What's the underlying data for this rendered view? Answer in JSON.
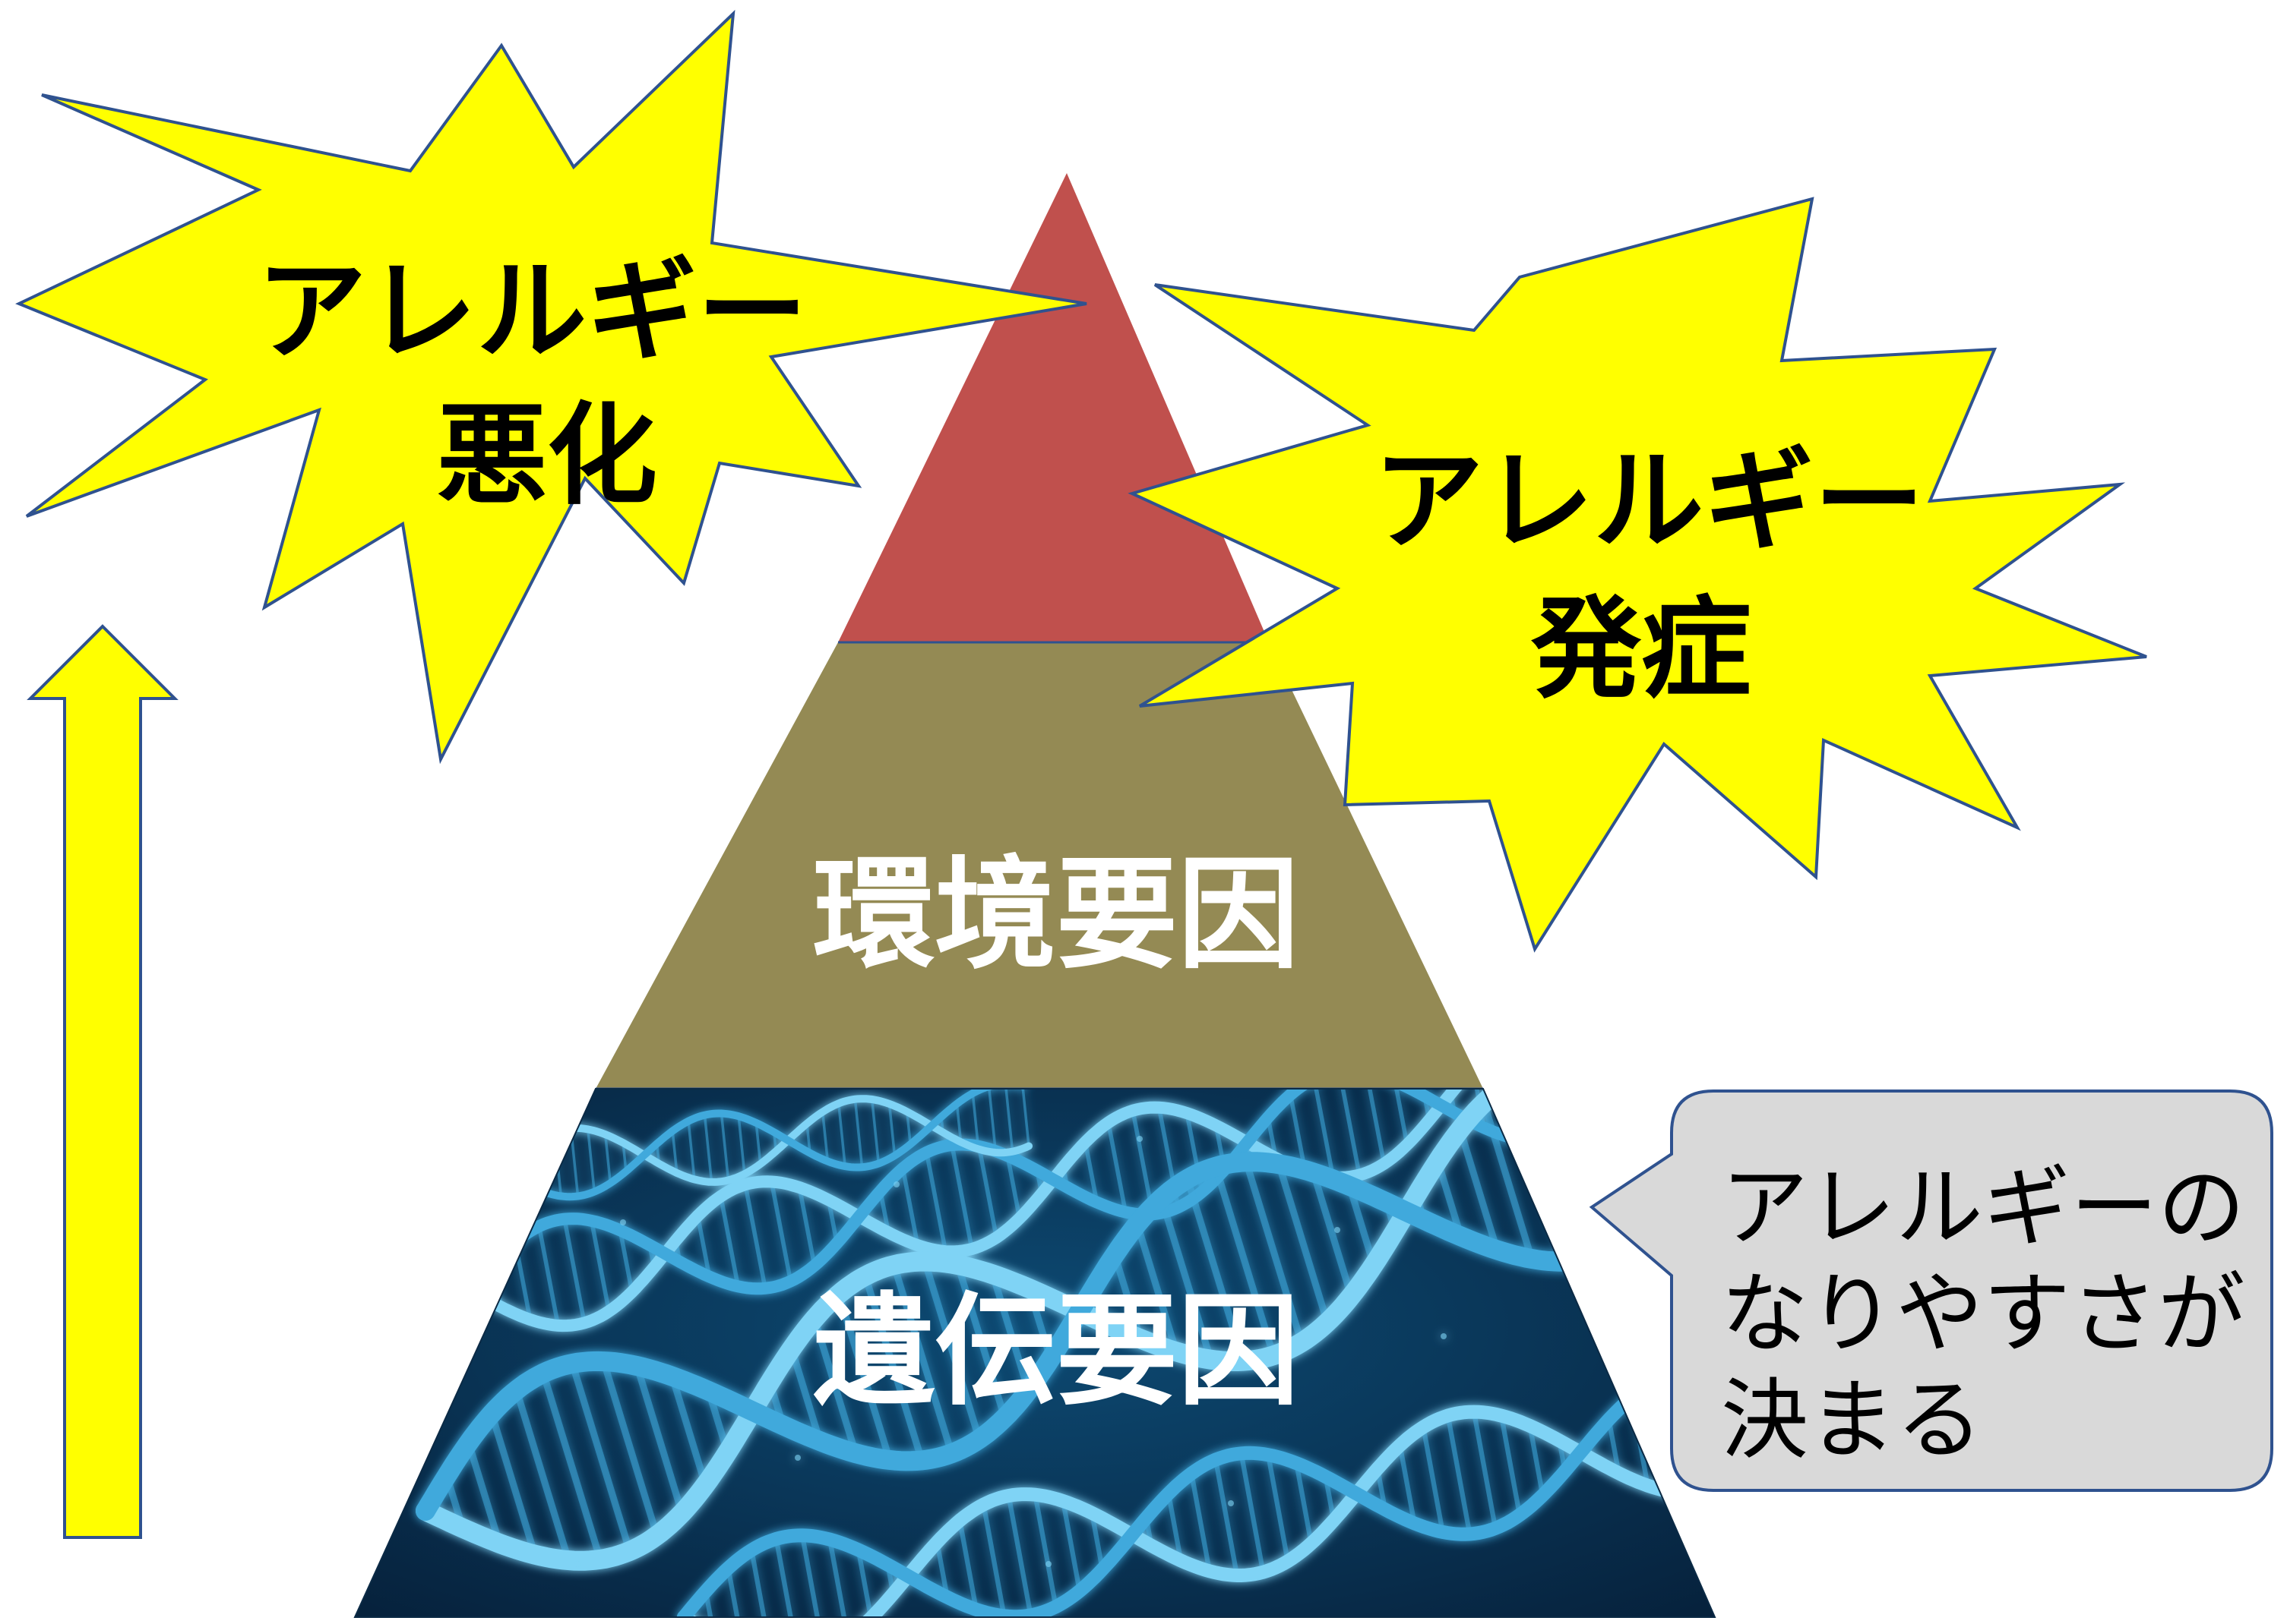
{
  "colors": {
    "background": "#ffffff",
    "burst_fill": "#ffff00",
    "burst_stroke": "#2f528f",
    "arrow_fill": "#ffff00",
    "arrow_stroke": "#2f528f",
    "peak_fill": "#c0504d",
    "middle_fill": "#948a54",
    "dna_dark": "#06203a",
    "dna_mid": "#0d4a73",
    "dna_strand": "#3fa9dc",
    "dna_strand_light": "#7fd3f5",
    "tier_label": "#ffffff",
    "burst_label": "#000000",
    "callout_fill": "#d9d9d9",
    "callout_stroke": "#2f528f",
    "callout_text": "#000000"
  },
  "burst_left": {
    "line1": "アレルギー",
    "line2": "悪化"
  },
  "burst_right": {
    "line1": "アレルギー",
    "line2": "発症"
  },
  "pyramid": {
    "middle_label": "環境要因",
    "bottom_label": "遺伝要因"
  },
  "callout": {
    "line1": "アレルギーの",
    "line2": "なりやすさが",
    "line3": "決まる"
  },
  "icons": {
    "up_arrow": "up-arrow-icon",
    "dna_image": "dna-double-helix"
  }
}
